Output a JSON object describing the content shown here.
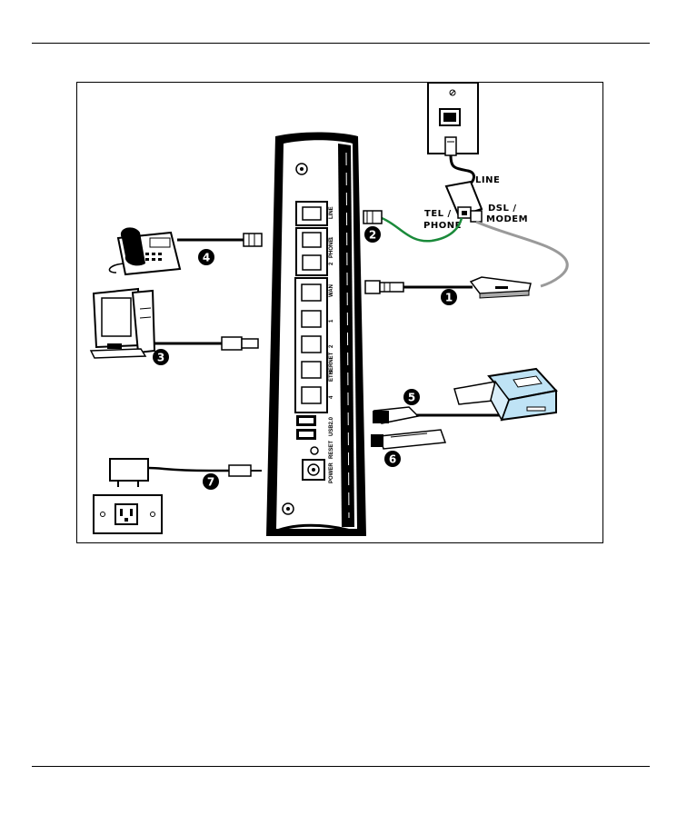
{
  "labels": {
    "line": "LINE",
    "tel_phone_1": "TEL /",
    "tel_phone_2": "PHONE",
    "dsl_modem_1": "DSL /",
    "dsl_modem_2": "MODEM"
  },
  "ports": {
    "line": "LINE",
    "phone": "PHONE",
    "phone_nums": [
      "1",
      "2"
    ],
    "wan": "WAN",
    "ethernet": "ETHERNET",
    "eth_nums": [
      "1",
      "2",
      "3",
      "4"
    ],
    "usb": "USB2.0",
    "reset": "RESET",
    "power": "POWER"
  },
  "callouts": [
    "1",
    "2",
    "3",
    "4",
    "5",
    "6",
    "7"
  ],
  "colors": {
    "phone_cable": "#1a8a3a",
    "line_cable": "#9a9a9a",
    "body": "#000000"
  }
}
